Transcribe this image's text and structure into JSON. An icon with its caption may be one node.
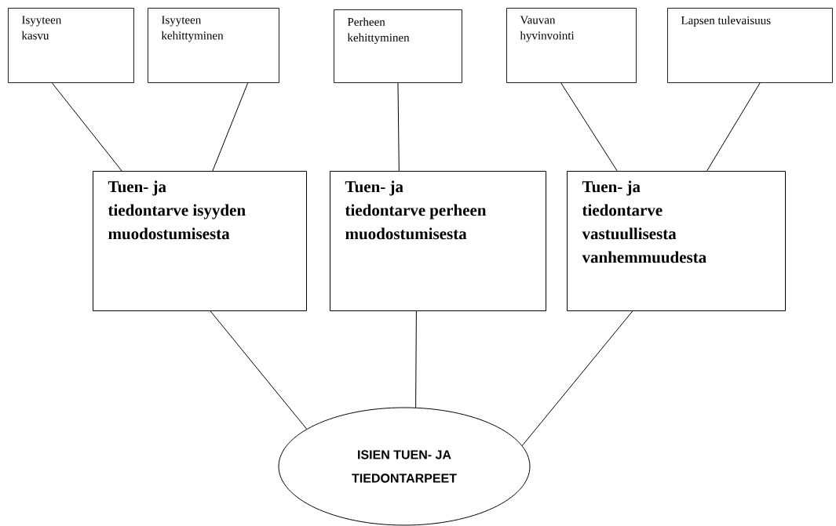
{
  "diagram": {
    "nodes": [
      {
        "text": [
          "Isyyteen kasvu"
        ]
      },
      {
        "text": [
          "Isyyteen kehittyminen"
        ]
      },
      {
        "text": [
          "Perheen kehittyminen"
        ]
      },
      {
        "text": [
          "Vauvan hyvinvointi"
        ]
      },
      {
        "text": [
          "Lapsen tulevaisuus"
        ]
      },
      {
        "text": [
          "Tuen- ja tiedontarve isyyden muodostumisesta"
        ]
      },
      {
        "text": [
          "Tuen- ja tiedontarve perheen muodostumisesta"
        ]
      },
      {
        "text": [
          "Tuen- ja tiedontarve vastuullisesta vanhemmuudesta"
        ]
      },
      {
        "text": [
          "ISIEN TUEN- JA TIEDONTARPEET"
        ]
      }
    ],
    "edges": [
      {
        "from": 0,
        "to": 5,
        "arrow": "none"
      },
      {
        "from": 1,
        "to": 5,
        "arrow": "none"
      },
      {
        "from": 2,
        "to": 6,
        "arrow": "none"
      },
      {
        "from": 3,
        "to": 7,
        "arrow": "none"
      },
      {
        "from": 4,
        "to": 7,
        "arrow": "none"
      },
      {
        "from": 5,
        "to": 8,
        "arrow": "none"
      },
      {
        "from": 6,
        "to": 8,
        "arrow": "none"
      },
      {
        "from": 7,
        "to": 8,
        "arrow": "none"
      }
    ]
  }
}
